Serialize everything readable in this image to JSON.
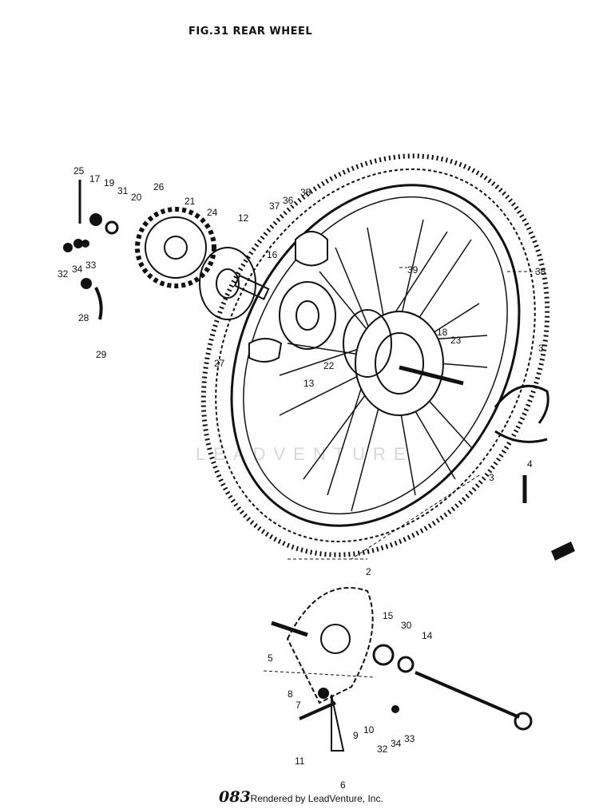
{
  "title": "FIG.31  REAR WHEEL",
  "watermark": "LEADVENTURE",
  "footer": {
    "page_number": "083",
    "rendered_by": "Rendered by LeadVenture, Inc."
  },
  "callouts": {
    "c25": "25",
    "c17": "17",
    "c19": "19",
    "c31": "31",
    "c20": "20",
    "c26": "26",
    "c21": "21",
    "c24": "24",
    "c12": "12",
    "c37": "37",
    "c36": "36",
    "c35": "35",
    "c32": "32",
    "c34": "34",
    "c33": "33",
    "c28": "28",
    "c29": "29",
    "c16": "16",
    "c39": "39",
    "c38": "38",
    "c27": "27",
    "c22": "22",
    "c13": "13",
    "c18": "18",
    "c23": "23",
    "c3a": "3",
    "c3b": "3",
    "c4": "4",
    "c2": "2",
    "c15": "15",
    "c30": "30",
    "c14": "14",
    "c5": "5",
    "c8": "8",
    "c7": "7",
    "c9": "9",
    "c10": "10",
    "c32b": "32",
    "c34b": "34",
    "c33b": "33",
    "c11": "11",
    "c6": "6"
  }
}
